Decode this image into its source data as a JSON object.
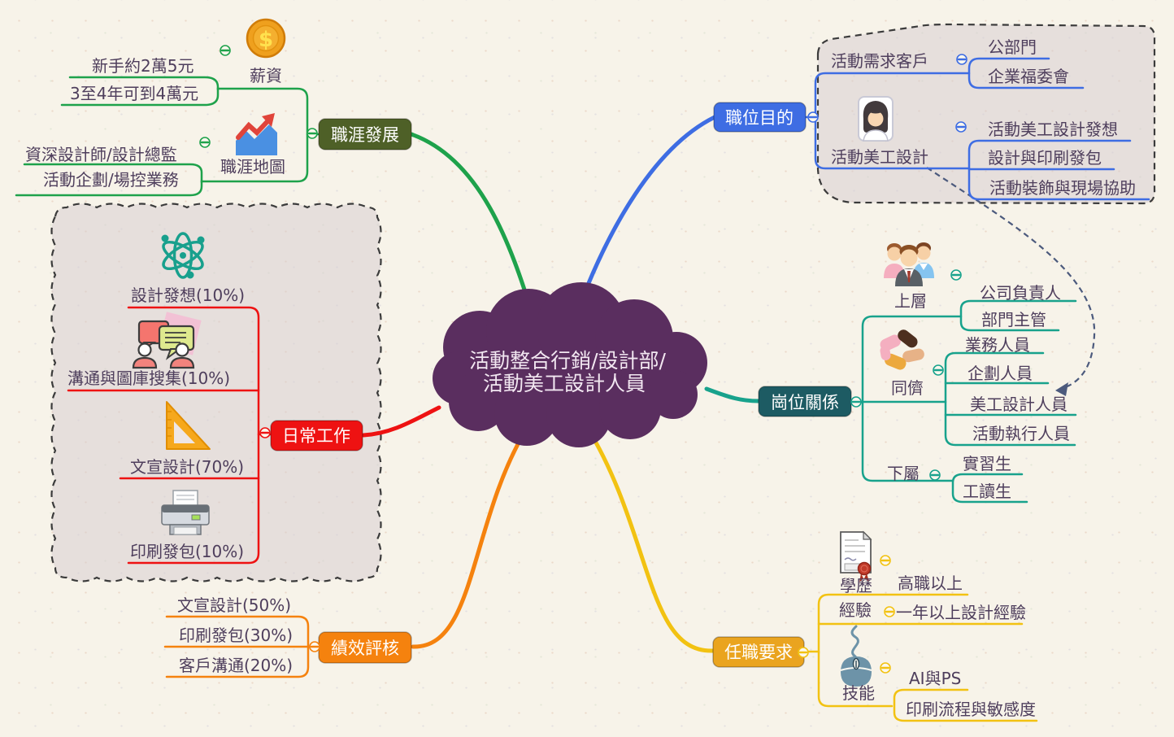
{
  "center": {
    "line1": "活動整合行銷/設計部/",
    "line2": "活動美工設計人員"
  },
  "career": {
    "label": "職涯發展",
    "salary": {
      "label": "薪資",
      "items": [
        "新手約2萬5元",
        "3至4年可到4萬元"
      ]
    },
    "map": {
      "label": "職涯地圖",
      "items": [
        "資深設計師/設計總監",
        "活動企劃/場控業務"
      ]
    }
  },
  "purpose": {
    "label": "職位目的",
    "clients": {
      "label": "活動需求客戶",
      "items": [
        "公部門",
        "企業福委會"
      ]
    },
    "design": {
      "label": "活動美工設計",
      "items": [
        "活動美工設計發想",
        "設計與印刷發包",
        "活動裝飾與現場協助"
      ]
    }
  },
  "daily": {
    "label": "日常工作",
    "items": [
      "設計發想(10%)",
      "溝通與圖庫搜集(10%)",
      "文宣設計(70%)",
      "印刷發包(10%)"
    ]
  },
  "relations": {
    "label": "崗位關係",
    "upper": {
      "label": "上層",
      "items": [
        "公司負責人",
        "部門主管"
      ]
    },
    "peers": {
      "label": "同儕",
      "items": [
        "業務人員",
        "企劃人員",
        "美工設計人員",
        "活動執行人員"
      ]
    },
    "sub": {
      "label": "下屬",
      "items": [
        "實習生",
        "工讀生"
      ]
    }
  },
  "performance": {
    "label": "績效評核",
    "items": [
      "文宣設計(50%)",
      "印刷發包(30%)",
      "客戶溝通(20%)"
    ]
  },
  "requirements": {
    "label": "任職要求",
    "education": {
      "label": "學歷",
      "items": [
        "高職以上"
      ]
    },
    "experience": {
      "label": "經驗",
      "items": [
        "一年以上設計經驗"
      ]
    },
    "skills": {
      "label": "技能",
      "items": [
        "AI與PS",
        "印刷流程與敏感度"
      ]
    }
  },
  "icons": {
    "coin_symbol": "$",
    "salary": "coin-icon",
    "career_map": "trend-chart-icon",
    "design": "woman-avatar-icon",
    "idea": "atom-icon",
    "communication": "chat-people-icon",
    "layout_design": "set-square-icon",
    "printing": "printer-icon",
    "upper": "team-icon",
    "peers": "stacked-hands-icon",
    "education": "certificate-icon",
    "skills": "mouse-icon"
  },
  "colors": {
    "bg": "#f7f3e9",
    "cloud": "#5a2e5f",
    "green": "#1ea24b",
    "olive": "#4e6027",
    "blue": "#3e6de3",
    "red": "#ee1212",
    "teal": "#18a28c",
    "tealdark": "#1d5b63",
    "orange": "#f5820e",
    "yellow": "#f2c212",
    "gold": "#eaa41f",
    "text": "#4e3e5c",
    "bstroke": "#3b3b3b",
    "arrow": "#4c5a7d"
  }
}
